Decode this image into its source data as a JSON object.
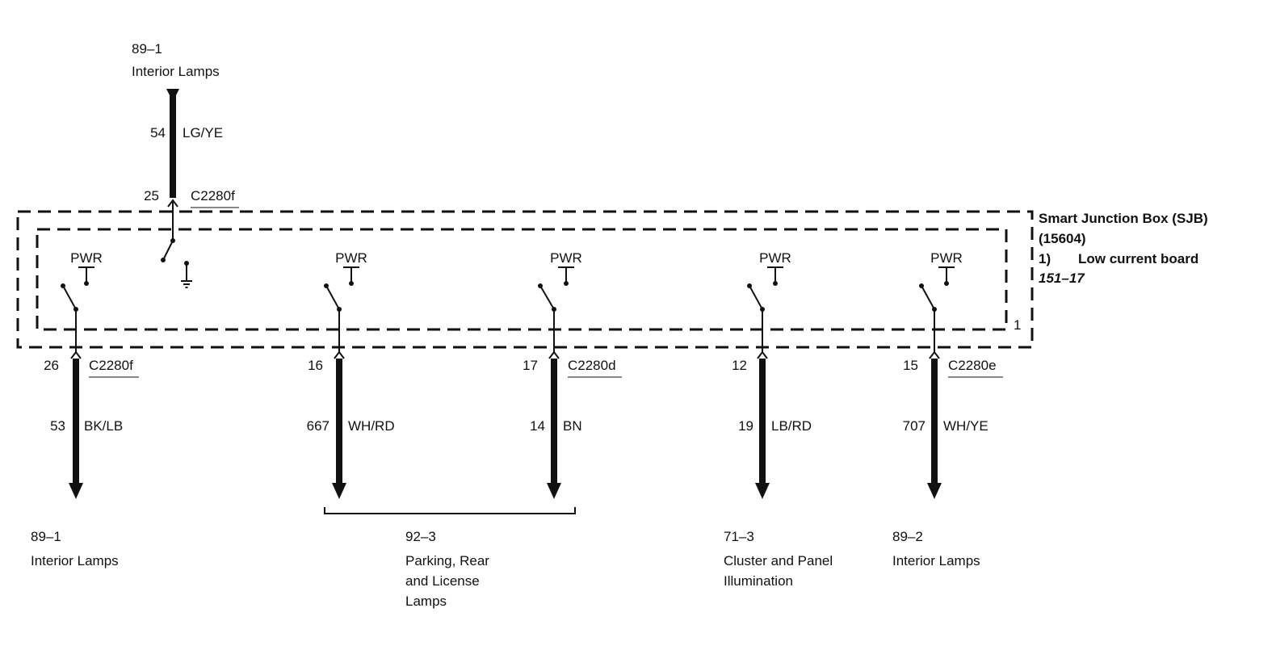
{
  "top_ref": {
    "page": "89–1",
    "label": "Interior Lamps"
  },
  "top_wire": {
    "circuit": "54",
    "color": "LG/YE",
    "pin": "25",
    "connector": "C2280f"
  },
  "sjb": {
    "title": "Smart Junction Box (SJB)",
    "part": "(15604)",
    "note_num": "1)",
    "note_text": "Low current board",
    "ref": "151–17",
    "inner_marker": "1"
  },
  "pwr_label": "PWR",
  "outputs": [
    {
      "pin": "26",
      "connector": "C2280f",
      "circuit": "53",
      "color": "BK/LB"
    },
    {
      "pin": "16",
      "connector": "",
      "circuit": "667",
      "color": "WH/RD"
    },
    {
      "pin": "17",
      "connector": "C2280d",
      "circuit": "14",
      "color": "BN"
    },
    {
      "pin": "12",
      "connector": "",
      "circuit": "19",
      "color": "LB/RD"
    },
    {
      "pin": "15",
      "connector": "C2280e",
      "circuit": "707",
      "color": "WH/YE"
    }
  ],
  "destinations": [
    {
      "page": "89–1",
      "lines": [
        "Interior Lamps"
      ]
    },
    {
      "page": "92–3",
      "lines": [
        "Parking, Rear",
        "and License",
        "Lamps"
      ]
    },
    {
      "page": "71–3",
      "lines": [
        "Cluster and Panel",
        "Illumination"
      ]
    },
    {
      "page": "89–2",
      "lines": [
        "Interior Lamps"
      ]
    }
  ]
}
